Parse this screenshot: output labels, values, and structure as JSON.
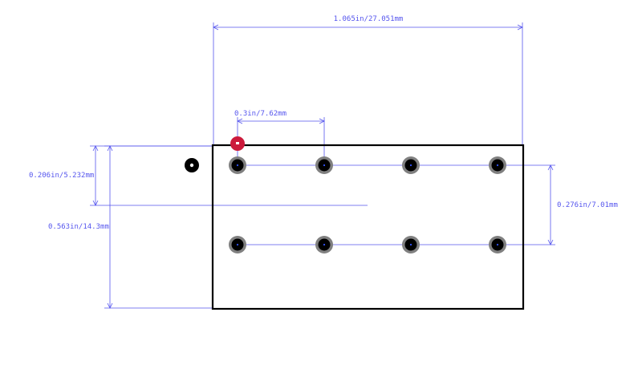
{
  "dimensions": {
    "overall_width": "1.065in/27.051mm",
    "pin_pitch": "0.3in/7.62mm",
    "pin1_offset": "0.206in/5.232mm",
    "overall_height": "0.563in/14.3mm",
    "row_spacing": "0.276in/7.01mm"
  },
  "colors": {
    "dimension": "#5555ee",
    "outline": "#000000",
    "pad_ring": "#808080",
    "drill": "#000000",
    "pin1_marker": "#cc1a3c",
    "pad_center": "#3355ff"
  },
  "pads": {
    "columns": 4,
    "rows": 2
  }
}
